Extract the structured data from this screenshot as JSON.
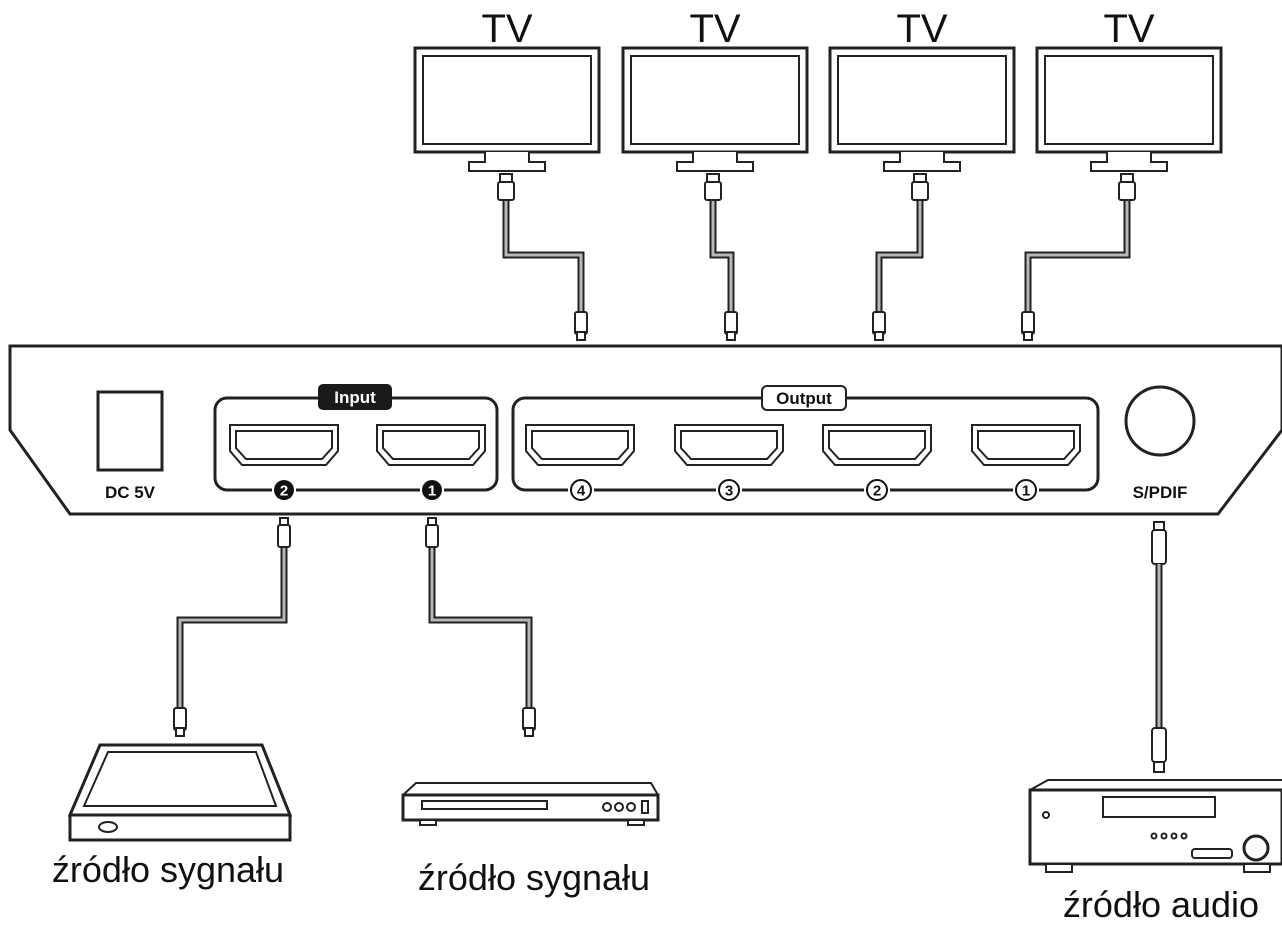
{
  "tv_label": "TV",
  "ports": {
    "dc": "DC 5V",
    "input_label": "Input",
    "output_label": "Output",
    "spdif": "S/PDIF",
    "input_numbers": [
      "2",
      "1"
    ],
    "output_numbers": [
      "4",
      "3",
      "2",
      "1"
    ]
  },
  "captions": {
    "source_left": "źródło sygnału",
    "source_middle": "źródło sygnału",
    "audio": "źródło audio"
  },
  "colors": {
    "stroke": "#222222",
    "cable_core": "#b8b8b8",
    "pill_dark": "#1a1a1a"
  }
}
